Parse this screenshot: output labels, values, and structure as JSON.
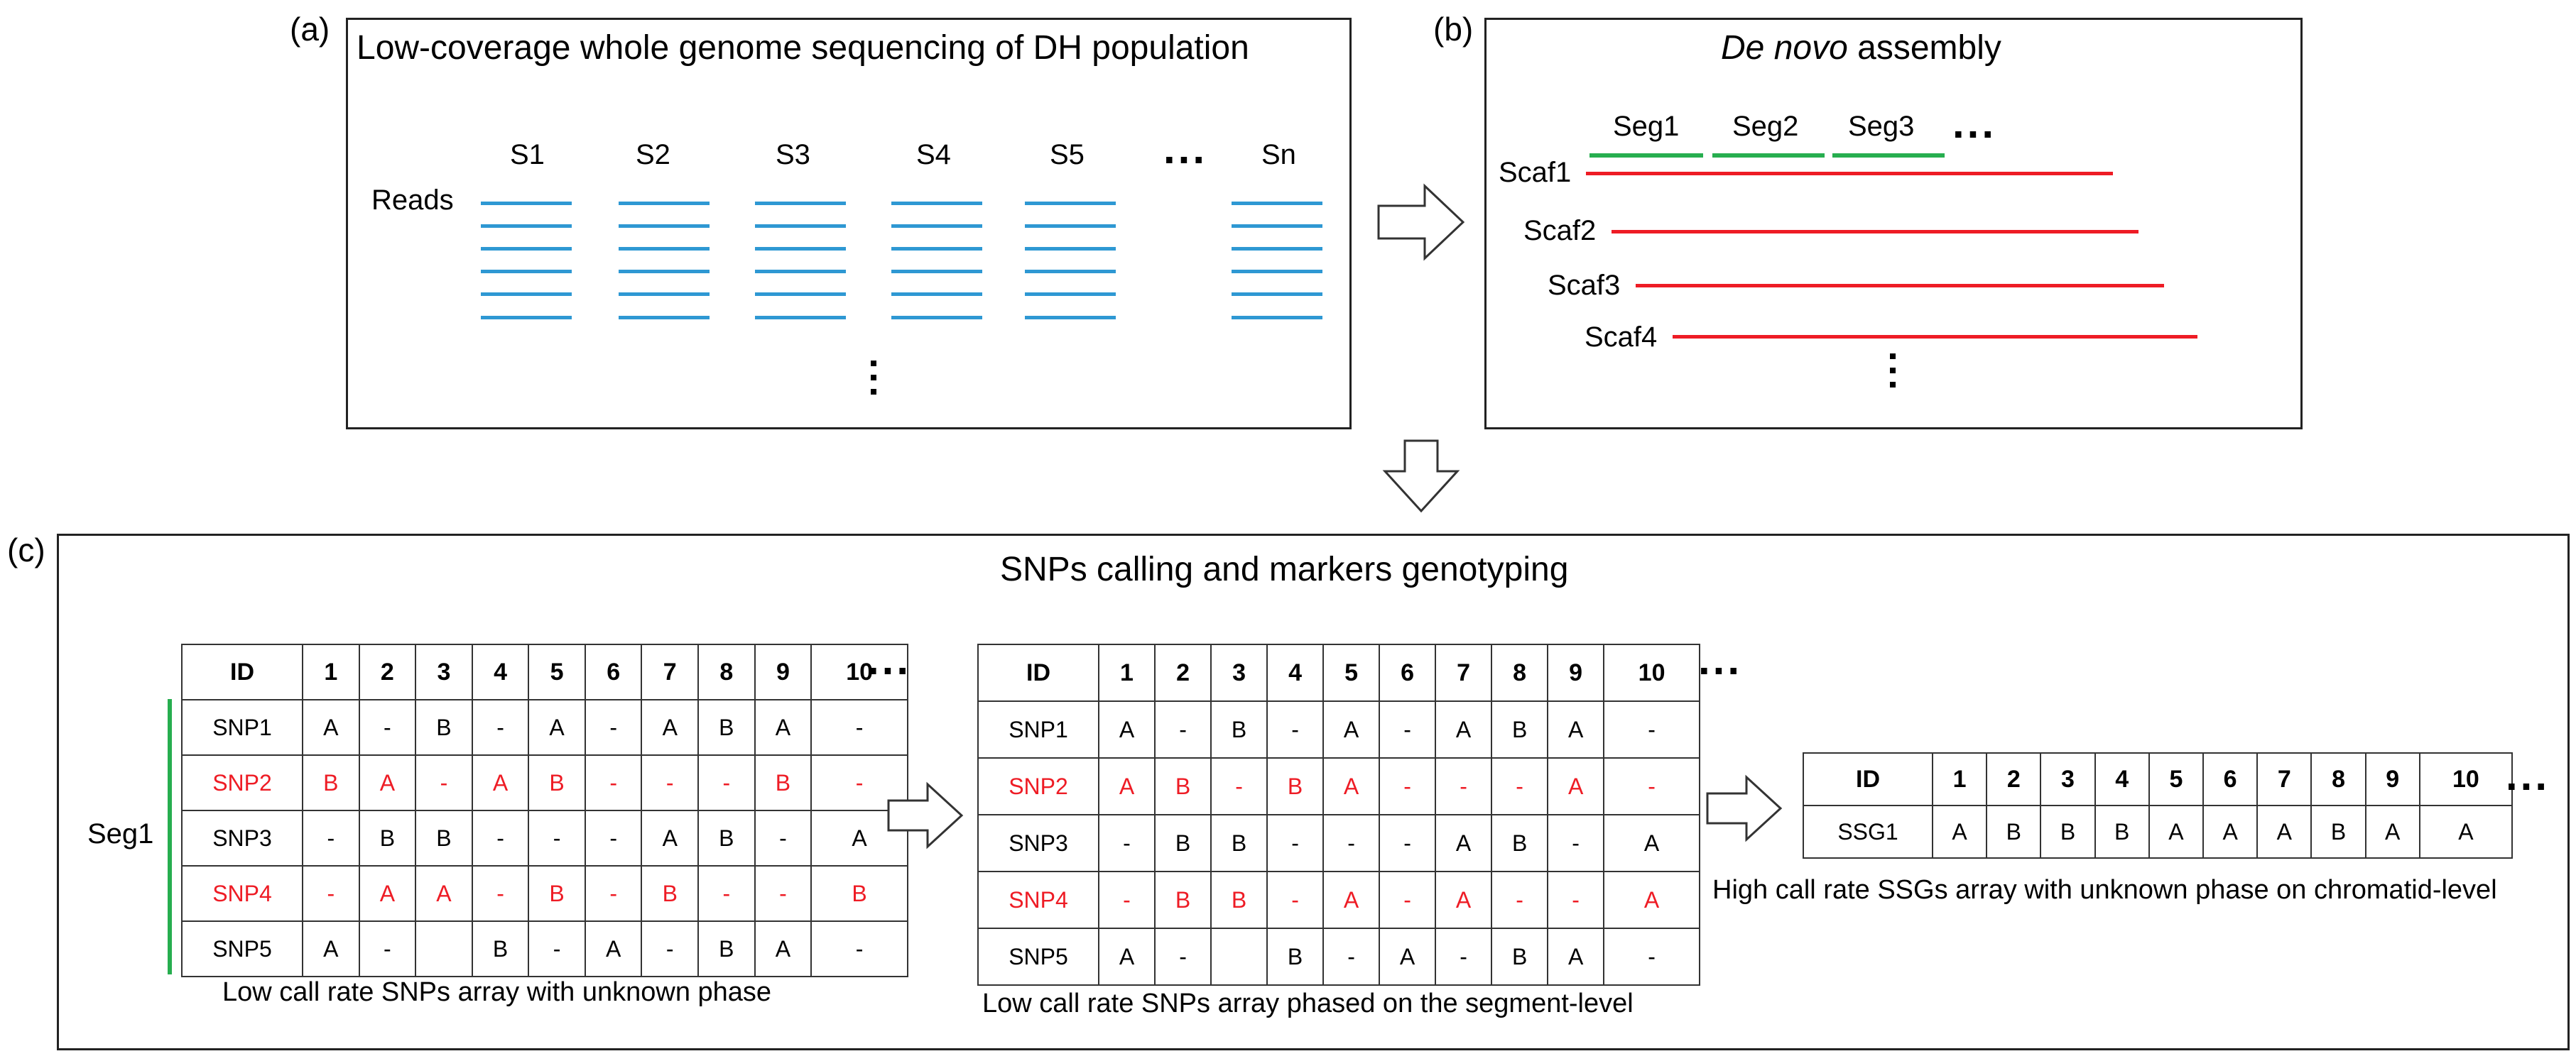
{
  "panel_a": {
    "label": "(a)",
    "title": "Low-coverage whole genome sequencing of DH population",
    "reads_label": "Reads",
    "samples": [
      "S1",
      "S2",
      "S3",
      "S4",
      "S5",
      "Sn"
    ],
    "ellipsis": "..."
  },
  "panel_b": {
    "label": "(b)",
    "title_italic": "De novo",
    "title_rest": " assembly",
    "segments": [
      "Seg1",
      "Seg2",
      "Seg3"
    ],
    "ellipsis": "...",
    "scaffolds": [
      "Scaf1",
      "Scaf2",
      "Scaf3",
      "Scaf4"
    ]
  },
  "panel_c": {
    "label": "(c)",
    "title": "SNPs calling and markers genotyping",
    "seg_label": "Seg1",
    "ellipsis": "...",
    "table1": {
      "header": [
        "ID",
        "1",
        "2",
        "3",
        "4",
        "5",
        "6",
        "7",
        "8",
        "9",
        "10"
      ],
      "rows": [
        {
          "cells": [
            "SNP1",
            "A",
            "-",
            "B",
            "-",
            "A",
            "-",
            "A",
            "B",
            "A",
            "-"
          ],
          "highlight": false
        },
        {
          "cells": [
            "SNP2",
            "B",
            "A",
            "-",
            "A",
            "B",
            "-",
            "-",
            "-",
            "B",
            "-"
          ],
          "highlight": true
        },
        {
          "cells": [
            "SNP3",
            "-",
            "B",
            "B",
            "-",
            "-",
            "-",
            "A",
            "B",
            "-",
            "A"
          ],
          "highlight": false
        },
        {
          "cells": [
            "SNP4",
            "-",
            "A",
            "A",
            "-",
            "B",
            "-",
            "B",
            "-",
            "-",
            "B"
          ],
          "highlight": true
        },
        {
          "cells": [
            "SNP5",
            "A",
            "-",
            "",
            "B",
            "-",
            "A",
            "-",
            "B",
            "A",
            "-"
          ],
          "highlight": false
        }
      ],
      "caption": "Low call rate SNPs array with unknown phase"
    },
    "table2": {
      "header": [
        "ID",
        "1",
        "2",
        "3",
        "4",
        "5",
        "6",
        "7",
        "8",
        "9",
        "10"
      ],
      "rows": [
        {
          "cells": [
            "SNP1",
            "A",
            "-",
            "B",
            "-",
            "A",
            "-",
            "A",
            "B",
            "A",
            "-"
          ],
          "highlight": false
        },
        {
          "cells": [
            "SNP2",
            "A",
            "B",
            "-",
            "B",
            "A",
            "-",
            "-",
            "-",
            "A",
            "-"
          ],
          "highlight": true
        },
        {
          "cells": [
            "SNP3",
            "-",
            "B",
            "B",
            "-",
            "-",
            "-",
            "A",
            "B",
            "-",
            "A"
          ],
          "highlight": false
        },
        {
          "cells": [
            "SNP4",
            "-",
            "B",
            "B",
            "-",
            "A",
            "-",
            "A",
            "-",
            "-",
            "A"
          ],
          "highlight": true
        },
        {
          "cells": [
            "SNP5",
            "A",
            "-",
            "",
            "B",
            "-",
            "A",
            "-",
            "B",
            "A",
            "-"
          ],
          "highlight": false
        }
      ],
      "caption": "Low call rate SNPs array  phased on the segment-level"
    },
    "table3": {
      "header": [
        "ID",
        "1",
        "2",
        "3",
        "4",
        "5",
        "6",
        "7",
        "8",
        "9",
        "10"
      ],
      "rows": [
        {
          "cells": [
            "SSG1",
            "A",
            "B",
            "B",
            "B",
            "A",
            "A",
            "A",
            "B",
            "A",
            "A"
          ],
          "highlight": false
        }
      ],
      "caption": "High call rate SSGs array with unknown phase on chromatid-level"
    }
  },
  "colors": {
    "reads": "#2e98d3",
    "scaffold": "#ee1c25",
    "segment": "#27ae4f",
    "highlight": "#ee1c25"
  }
}
